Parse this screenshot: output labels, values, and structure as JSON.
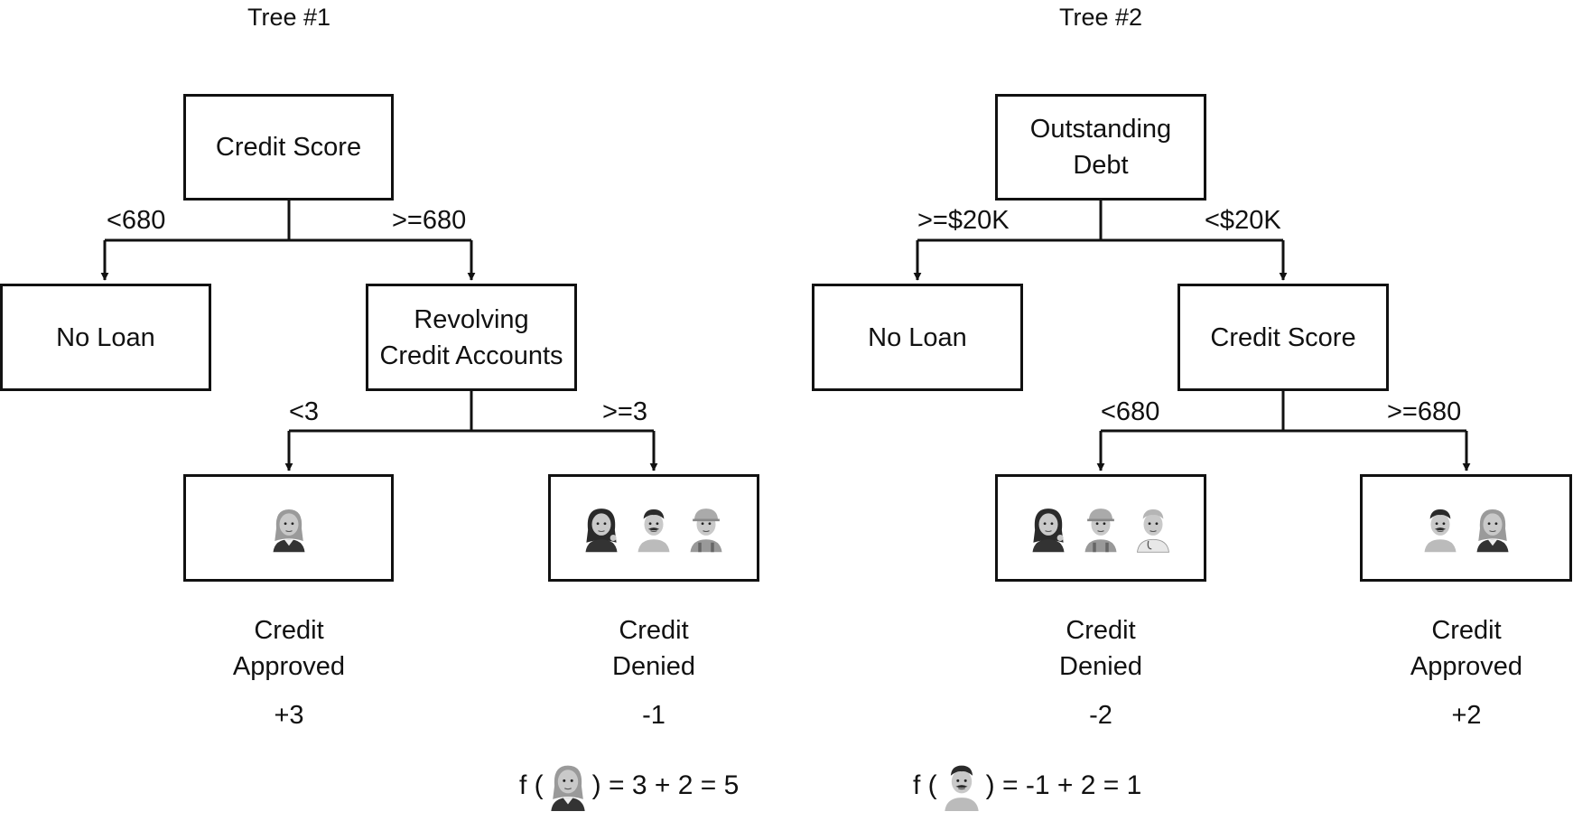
{
  "tree1": {
    "title": "Tree #1",
    "root": "Credit Score",
    "root_left_edge": "<680",
    "root_right_edge": ">=680",
    "left_leaf": "No Loan",
    "right_node": "Revolving\nCredit Accounts",
    "node_left_edge": "<3",
    "node_right_edge": ">=3",
    "leaf_a": {
      "people": [
        "woman-gray"
      ],
      "outcome": "Credit\nApproved",
      "score": "+3"
    },
    "leaf_b": {
      "people": [
        "woman-dark",
        "man-mustache",
        "worker"
      ],
      "outcome": "Credit\nDenied",
      "score": "-1"
    }
  },
  "tree2": {
    "title": "Tree #2",
    "root": "Outstanding\nDebt",
    "root_left_edge": ">=$20K",
    "root_right_edge": "<$20K",
    "left_leaf": "No Loan",
    "right_node": "Credit Score",
    "node_left_edge": "<680",
    "node_right_edge": ">=680",
    "leaf_a": {
      "people": [
        "woman-dark",
        "worker",
        "doctor"
      ],
      "outcome": "Credit\nDenied",
      "score": "-2"
    },
    "leaf_b": {
      "people": [
        "man-mustache",
        "woman-gray"
      ],
      "outcome": "Credit\nApproved",
      "score": "+2"
    }
  },
  "formulas": [
    {
      "prefix": "f (",
      "person": "woman-gray",
      "suffix": ") = 3 + 2 = 5"
    },
    {
      "prefix": "f (",
      "person": "man-mustache",
      "suffix": ") = -1 + 2 = 1"
    }
  ],
  "colors": {
    "line": "#111111",
    "skin": "#c9c9c9",
    "dark_hair": "#2a2a2a",
    "gray_hair": "#9a9a9a",
    "clothing": "#333333"
  }
}
